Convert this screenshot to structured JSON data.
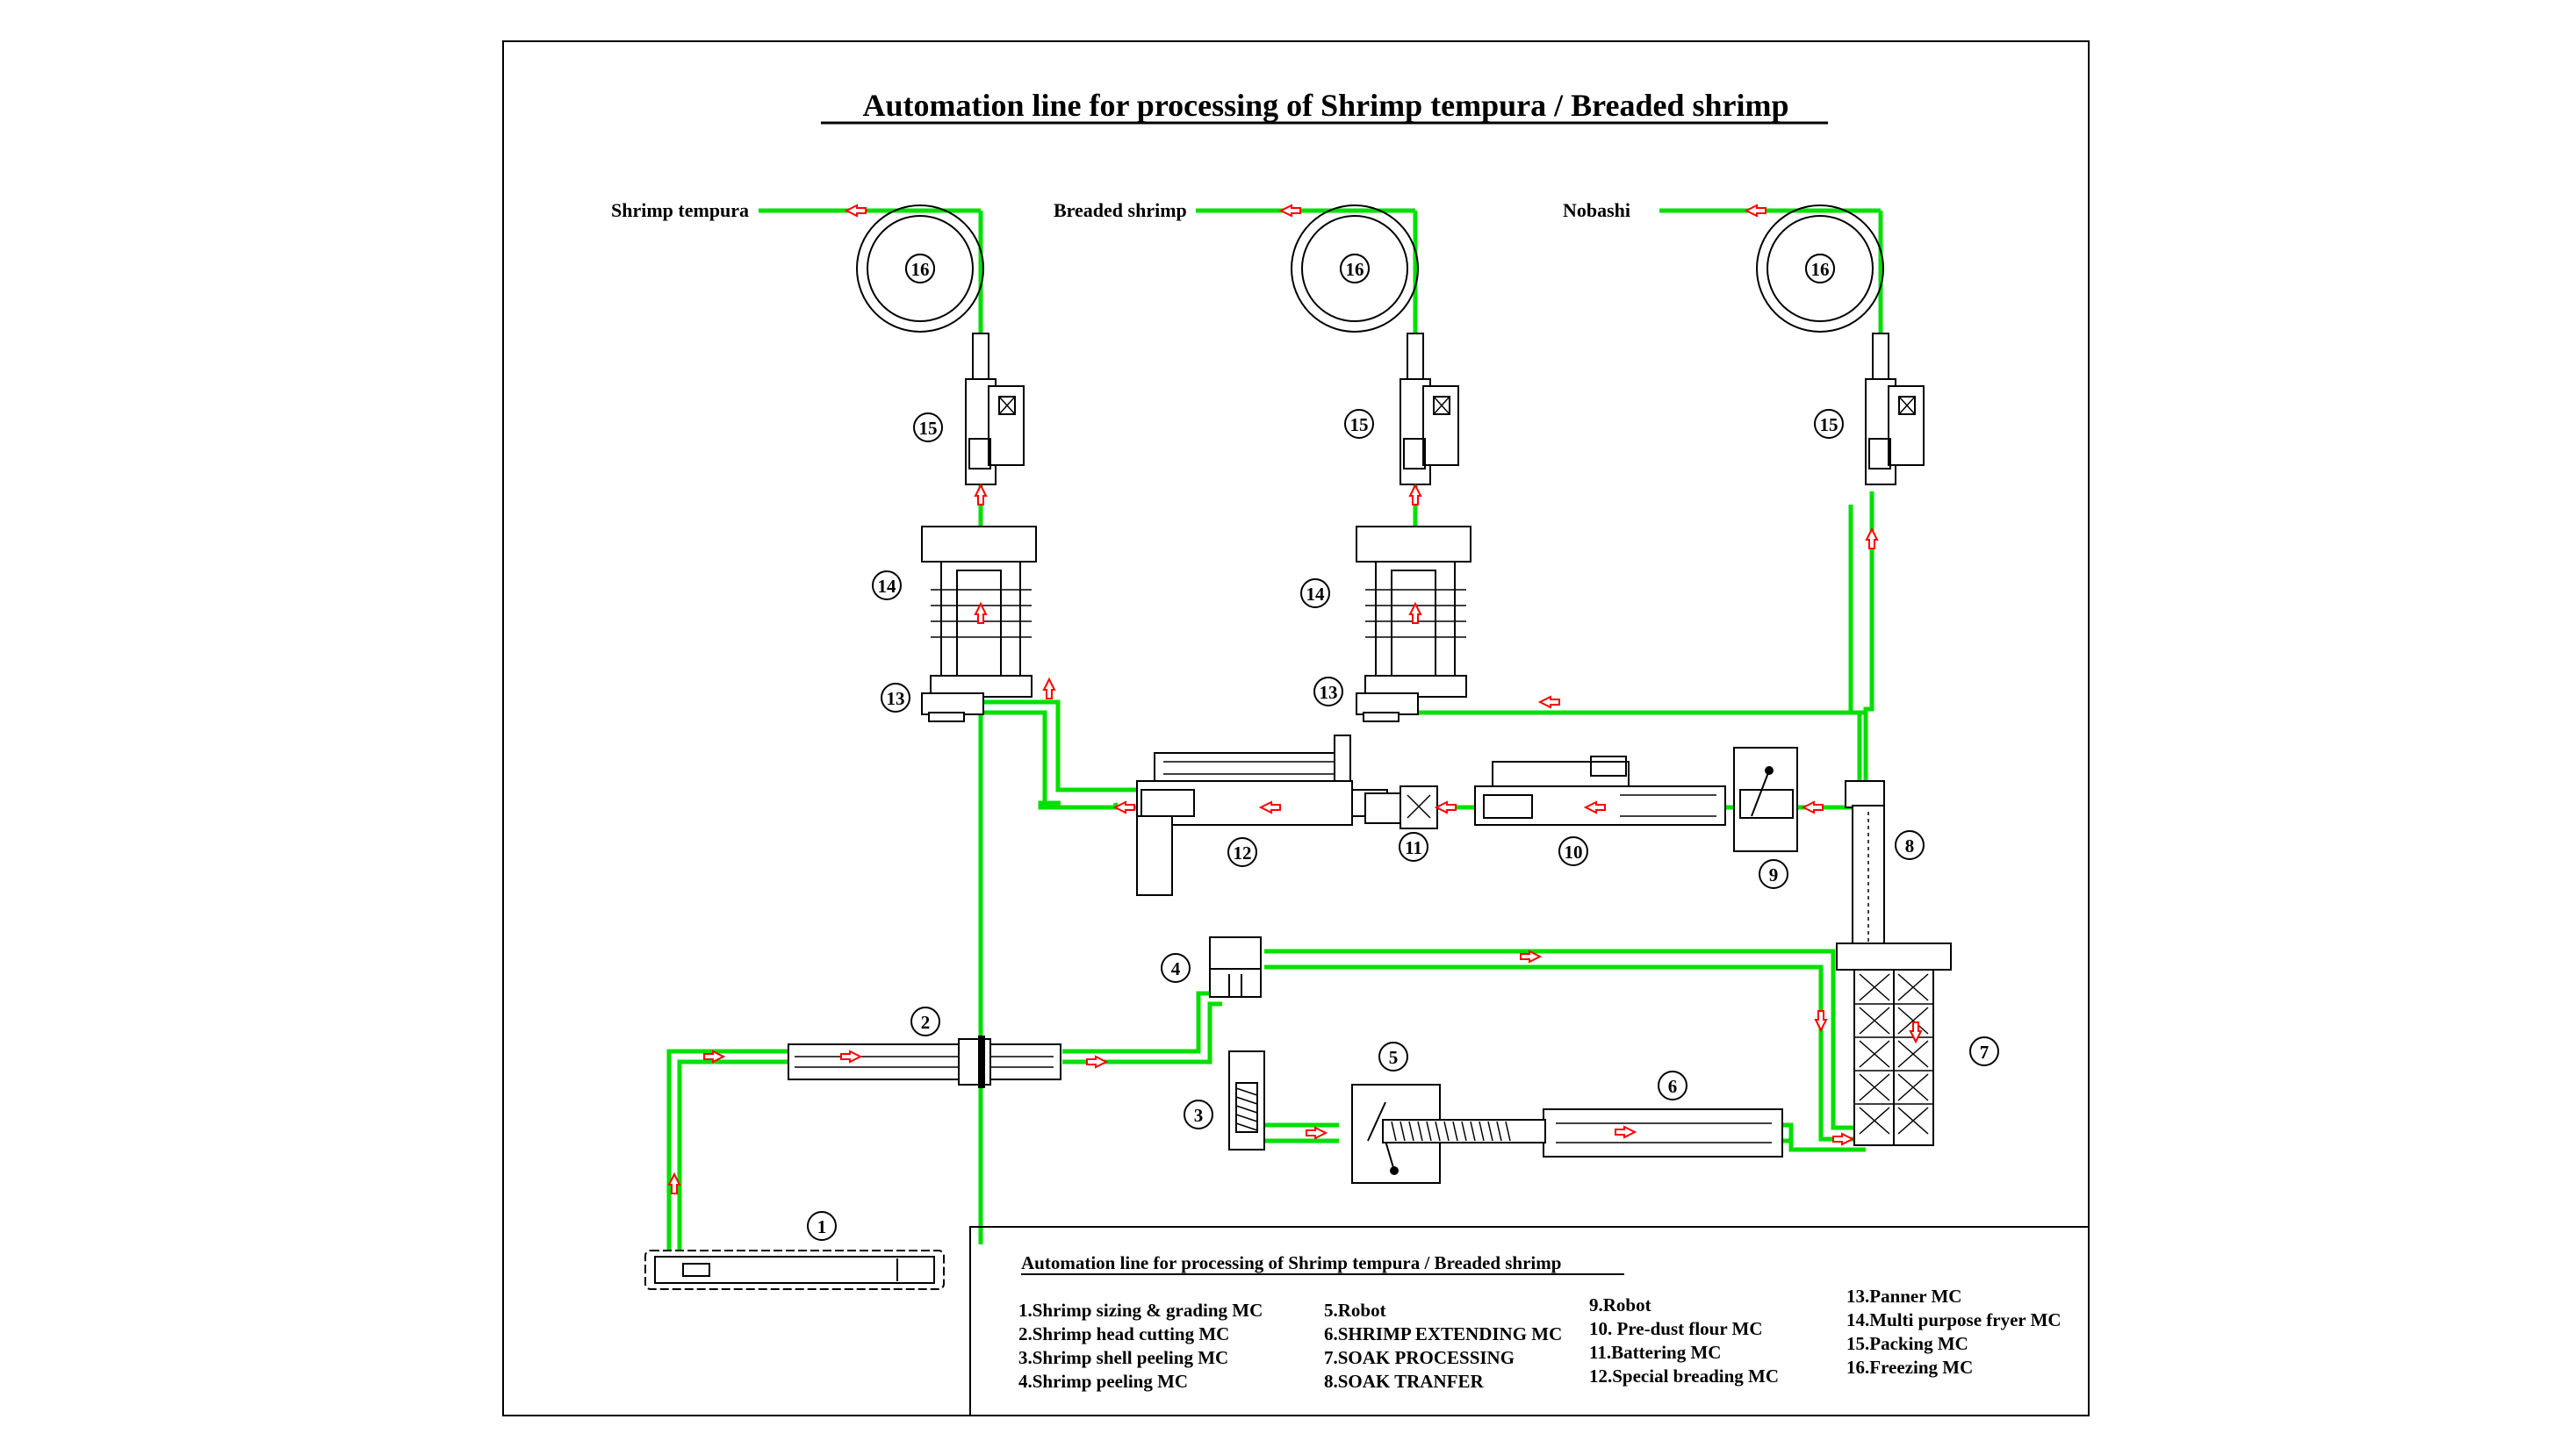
{
  "title": "Automation line for processing of Shrimp tempura / Breaded shrimp",
  "outputs": {
    "shrimp_tempura": "Shrimp tempura",
    "breaded_shrimp": "Breaded shrimp",
    "nobashi": "Nobashi"
  },
  "machine_numbers": {
    "n1": "1",
    "n2": "2",
    "n3": "3",
    "n4": "4",
    "n5": "5",
    "n6": "6",
    "n7": "7",
    "n8": "8",
    "n9": "9",
    "n10": "10",
    "n11": "11",
    "n12": "12",
    "n13": "13",
    "n14": "14",
    "n15": "15",
    "n16": "16"
  },
  "legend": {
    "title": "Automation line for processing of Shrimp tempura / Breaded shrimp",
    "col1": [
      "1.Shrimp sizing & grading MC",
      "2.Shrimp head cutting MC",
      "3.Shrimp shell peeling MC",
      "4.Shrimp peeling MC"
    ],
    "col2": [
      "5.Robot",
      "6.SHRIMP EXTENDING MC",
      "7.SOAK PROCESSING",
      "8.SOAK TRANFER"
    ],
    "col3": [
      "9.Robot",
      "10. Pre-dust flour MC",
      "11.Battering MC",
      "12.Special breading MC"
    ],
    "col4": [
      "13.Panner MC",
      "14.Multi purpose fryer  MC",
      "15.Packing  MC",
      "16.Freezing MC"
    ]
  },
  "colors": {
    "conveyor": "#00e000",
    "flow_arrow": "#ff0000",
    "machine_line": "#000000",
    "background": "#ffffff"
  }
}
